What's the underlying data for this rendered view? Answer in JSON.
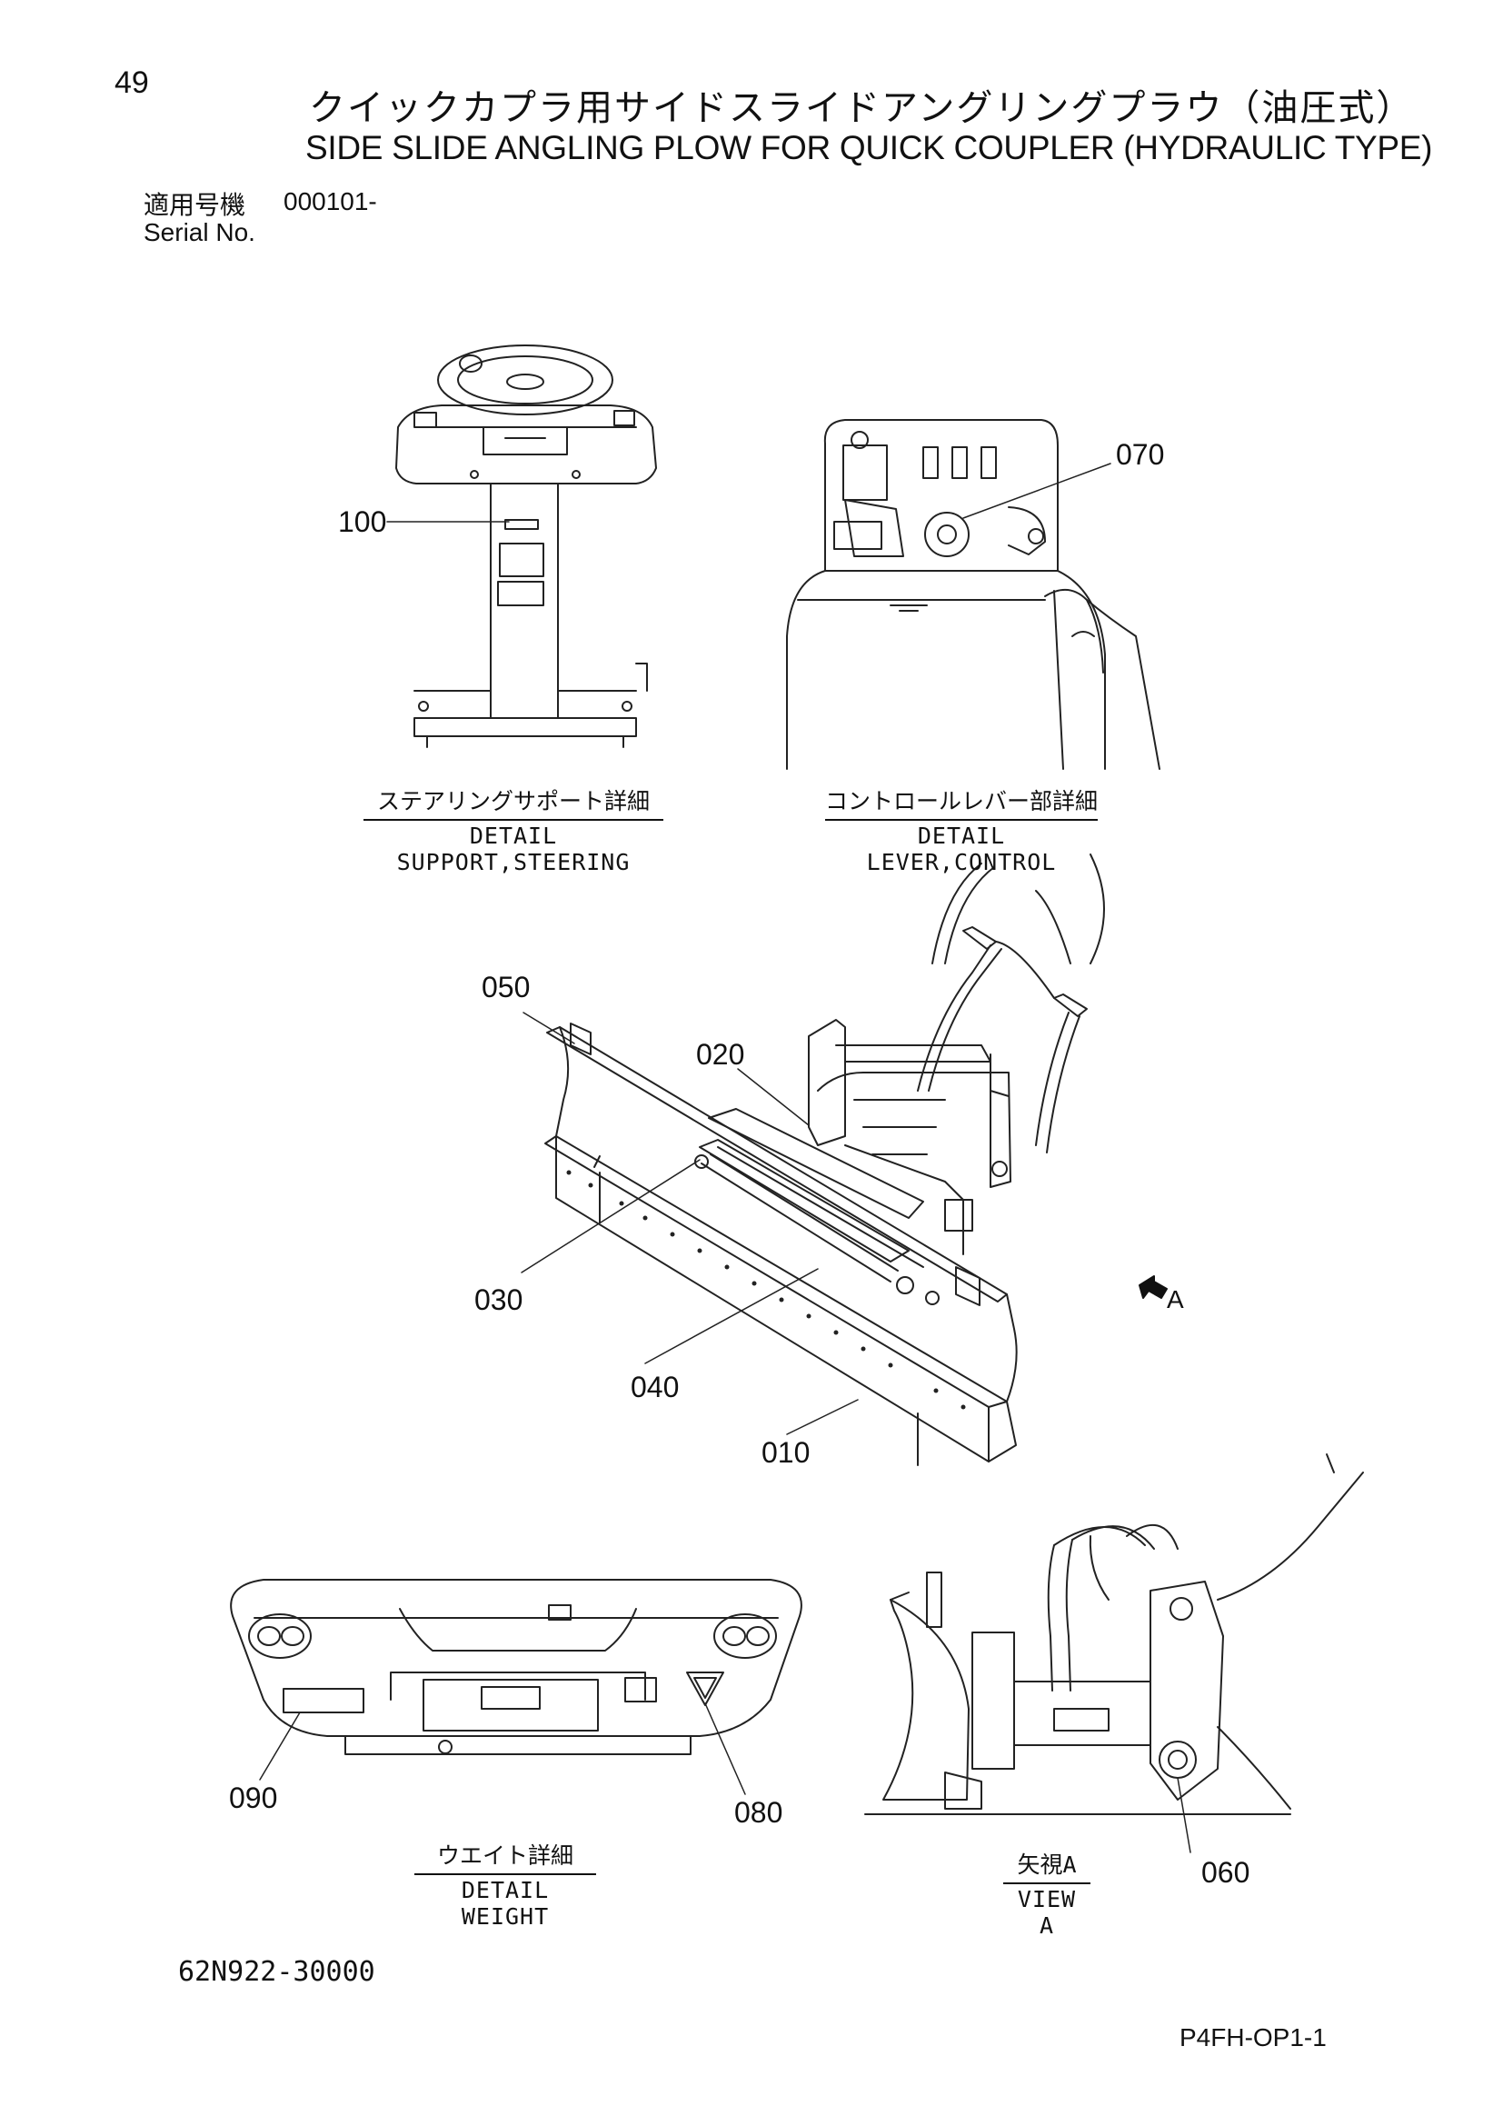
{
  "header": {
    "page_number": "49",
    "title_jp": "クイックカプラ用サイドスライドアングリングプラウ（油圧式）",
    "title_en": "SIDE SLIDE ANGLING PLOW FOR QUICK COUPLER (HYDRAULIC TYPE)",
    "serial_label_jp": "適用号機",
    "serial_value": "000101-",
    "serial_label_en": "Serial No."
  },
  "details": {
    "steering": {
      "jp": "ステアリングサポート詳細",
      "en": "DETAIL SUPPORT,STEERING"
    },
    "lever": {
      "jp": "コントロールレバー部詳細",
      "en": "DETAIL LEVER,CONTROL"
    },
    "weight": {
      "jp": "ウエイト詳細",
      "en": "DETAIL WEIGHT"
    },
    "view_a": {
      "jp": "矢視A",
      "en": "VIEW A"
    }
  },
  "callouts": {
    "c010": "010",
    "c020": "020",
    "c030": "030",
    "c040": "040",
    "c050": "050",
    "c060": "060",
    "c070": "070",
    "c080": "080",
    "c090": "090",
    "c100": "100",
    "arrow_a": "A"
  },
  "footer": {
    "document_number": "62N922-30000",
    "page_ref": "P4FH-OP1-1"
  }
}
